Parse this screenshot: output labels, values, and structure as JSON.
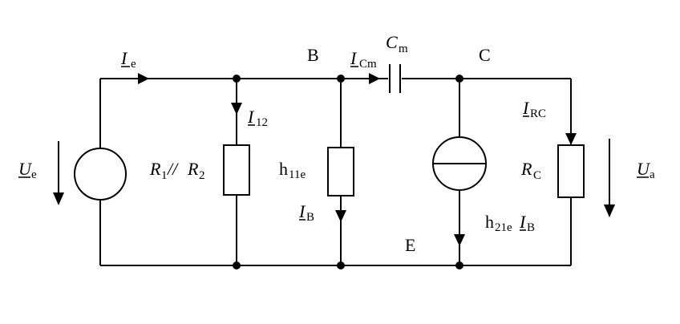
{
  "labels": {
    "ue_main": "U",
    "ue_sub": "e",
    "ie_main": "I",
    "ie_sub": "e",
    "i12_main": "I",
    "i12_sub": "12",
    "r1_main": "R",
    "r1_sub": "1",
    "r_sep": "//",
    "r2_main": "R",
    "r2_sub": "2",
    "node_b": "B",
    "icm_main": "I",
    "icm_sub": "Cm",
    "cm_main": "C",
    "cm_sub": "m",
    "node_c": "C",
    "h11_main": "h",
    "h11_sub": "11e",
    "ib_main": "I",
    "ib_sub": "B",
    "node_e": "E",
    "h21_main": "h",
    "h21_sub": "21e",
    "h21_i": "I",
    "h21_i_sub": "B",
    "irc_main": "I",
    "irc_sub": "RC",
    "rc_main": "R",
    "rc_sub": "C",
    "ua_main": "U",
    "ua_sub": "a"
  }
}
